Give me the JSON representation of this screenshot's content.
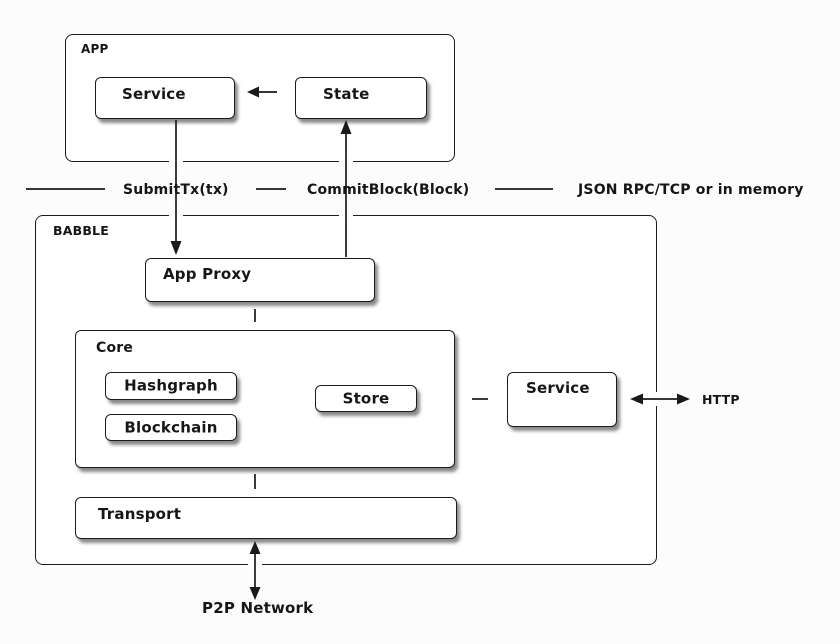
{
  "page": {
    "background": "#fcfcfc",
    "box_background": "#ffffff",
    "line_color": "#1a1a1a",
    "text_color": "#161616"
  },
  "boxes": {
    "app": "APP",
    "app_service": "Service",
    "app_state": "State",
    "babble": "BABBLE",
    "app_proxy": "App Proxy",
    "core": "Core",
    "hashgraph": "Hashgraph",
    "blockchain": "Blockchain",
    "store": "Store",
    "babble_service": "Service",
    "transport": "Transport"
  },
  "labels": {
    "submit_tx": "SubmitTx(tx)",
    "commit_block": "CommitBlock(Block)",
    "json_rpc": "JSON RPC/TCP or in memory",
    "http": "HTTP",
    "p2p_network": "P2P Network"
  }
}
